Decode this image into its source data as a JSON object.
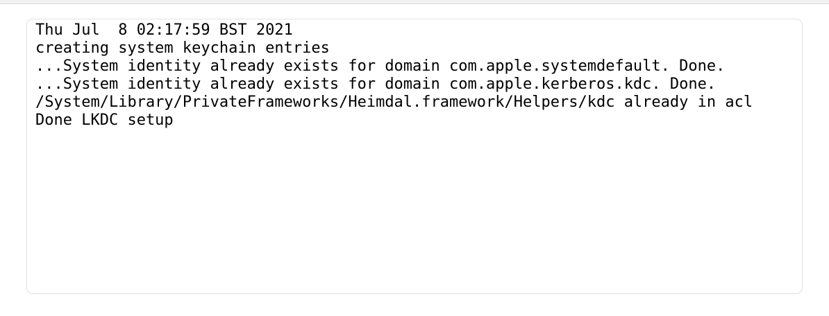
{
  "page": {
    "background_color": "#ffffff"
  },
  "top_bar": {
    "background_color": "#f2f2f2",
    "border_color": "#dcdcdc"
  },
  "log_panel": {
    "background_color": "#ffffff",
    "border_color": "#e3e3e3",
    "text_color": "#000000",
    "lines": [
      "Thu Jul  8 02:17:59 BST 2021",
      "creating system keychain entries",
      "...System identity already exists for domain com.apple.systemdefault. Done.",
      "...System identity already exists for domain com.apple.kerberos.kdc. Done.",
      "/System/Library/PrivateFrameworks/Heimdal.framework/Helpers/kdc already in acl",
      "Done LKDC setup"
    ]
  }
}
